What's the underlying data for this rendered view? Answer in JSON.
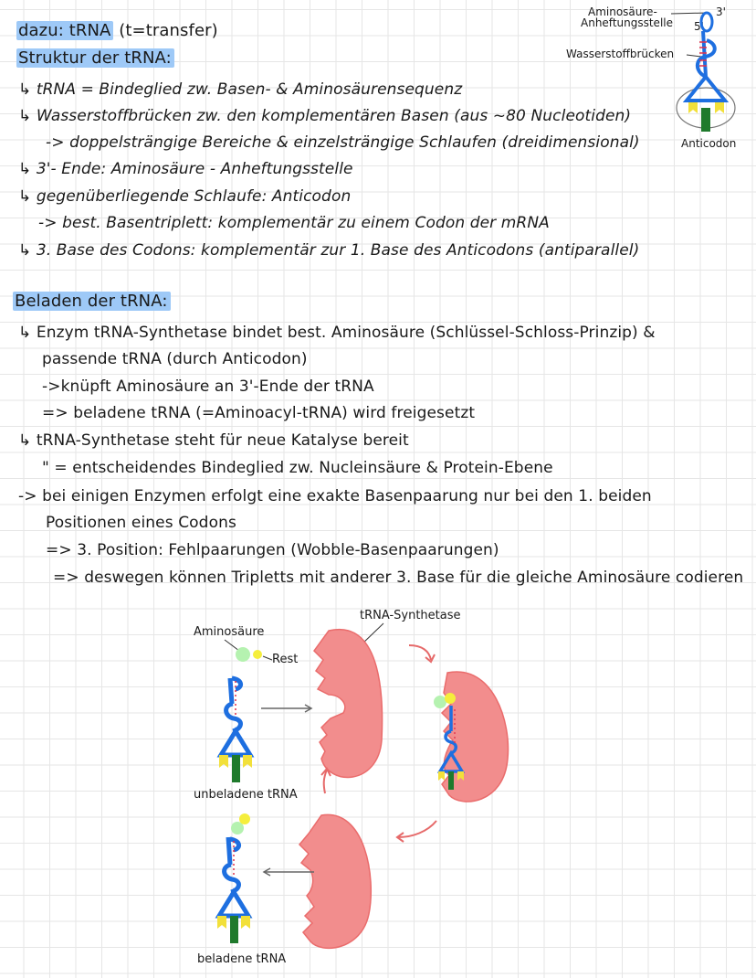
{
  "section1": {
    "intro_prefix": "dazu: ",
    "intro_highlight": "tRNA",
    "intro_suffix": " (t=transfer)",
    "heading": "Struktur der tRNA:",
    "lines": [
      "↳ tRNA = Bindeglied zw. Basen- & Aminosäurensequenz",
      "↳ Wasserstoffbrücken zw. den komplementären Basen (aus ~80 Nucleotiden)",
      "-> doppelsträngige Bereiche & einzelsträngige Schlaufen (dreidimensional)",
      "↳ 3'- Ende: Aminosäure - Anheftungsstelle",
      "↳ gegenüberliegende Schlaufe: Anticodon",
      "-> best. Basentriplett: komplementär zu einem Codon der mRNA",
      "↳ 3. Base des Codons: komplementär zur 1. Base des Anticodons (antiparallel)"
    ]
  },
  "diagram_top": {
    "label_attach_1": "Aminosäure-",
    "label_attach_2": "Anheftungsstelle",
    "label_3prime": "3'",
    "label_5prime": "5'",
    "label_hbonds": "Wasserstoffbrücken",
    "label_anticodon": "Anticodon"
  },
  "section2": {
    "heading": "Beladen der tRNA:",
    "lines": [
      "↳ Enzym tRNA-Synthetase bindet best. Aminosäure (Schlüssel-Schloss-Prinzip) &",
      "passende tRNA (durch Anticodon)",
      "->knüpft Aminosäure an 3'-Ende der tRNA",
      "=> beladene tRNA (=Aminoacyl-tRNA) wird freigesetzt",
      "↳ tRNA-Synthetase steht für neue Katalyse bereit",
      "\" = entscheidendes Bindeglied zw. Nucleinsäure & Protein-Ebene",
      "-> bei einigen Enzymen erfolgt eine exakte Basenpaarung nur bei den 1. beiden",
      "Positionen eines Codons",
      "=> 3. Position: Fehlpaarungen (Wobble-Basenpaarungen)",
      "=> deswegen können Tripletts mit anderer 3. Base für die gleiche Aminosäure codieren"
    ]
  },
  "diagram_bottom": {
    "label_synthetase": "tRNA-Synthetase",
    "label_aminoacid": "Aminosäure",
    "label_rest": "Rest",
    "label_unloaded": "unbeladene tRNA",
    "label_loaded": "beladene tRNA"
  },
  "colors": {
    "highlight": "#9ec9f7",
    "trna_blue": "#1e6fe0",
    "bond_red": "#e0304a",
    "anticodon_yellow": "#f2e03a",
    "stem_green": "#1f7a2c",
    "enzyme_red": "#f28d8d",
    "amino_green": "#b5f2b0",
    "rest_yellow": "#f5ee3c",
    "arrow_red": "#e66a6a"
  }
}
